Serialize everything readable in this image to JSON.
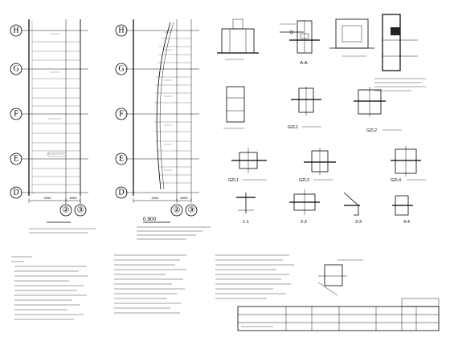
{
  "grid_axes": [
    "H",
    "G",
    "F",
    "E",
    "D"
  ],
  "grid_cols": [
    "②",
    "③"
  ],
  "elevation": "0.900",
  "dim_left": "2000",
  "dim_right": "6000",
  "sections": {
    "aa": "A-A",
    "s1": "1-1",
    "s2": "2-2",
    "s3": "3-3",
    "s4": "4-4"
  },
  "details": {
    "gzl1": "GZL1",
    "gzl2": "GZL2",
    "gzl4": "GZL4"
  }
}
